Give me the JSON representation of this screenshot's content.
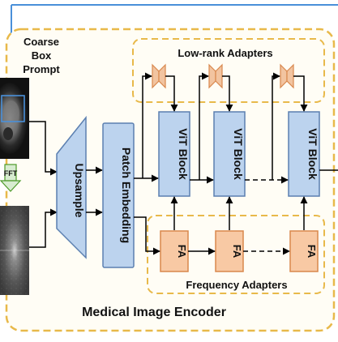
{
  "encoder": {
    "title": "Medical Image Encoder",
    "border_color": "#e8b94a",
    "background_color": "#fffdf5"
  },
  "prompt": {
    "line1": "Coarse",
    "line2": "Box",
    "line3": "Prompt",
    "box_color": "#4a90d9"
  },
  "fft": {
    "label": "FFT",
    "arrow_color": "#4c9a2a"
  },
  "upsample": {
    "label": "Upsample",
    "fill": "#bcd3ee"
  },
  "patch_embedding": {
    "label": "Patch Embedding",
    "fill": "#bcd3ee"
  },
  "vit_blocks": [
    {
      "label": "ViT Block"
    },
    {
      "label": "ViT Block"
    },
    {
      "label": "ViT Block"
    }
  ],
  "vit_fill": "#bcd3ee",
  "low_rank_adapters": {
    "title": "Low-rank Adapters",
    "fill": "#f2c4a0",
    "count": 3
  },
  "frequency_adapters": {
    "title": "Frequency Adapters",
    "items": [
      {
        "label": "FA"
      },
      {
        "label": "FA"
      },
      {
        "label": "FA"
      }
    ],
    "fill": "#f8c9a4",
    "stroke": "#d9884d"
  },
  "top_line_color": "#4a90d9"
}
